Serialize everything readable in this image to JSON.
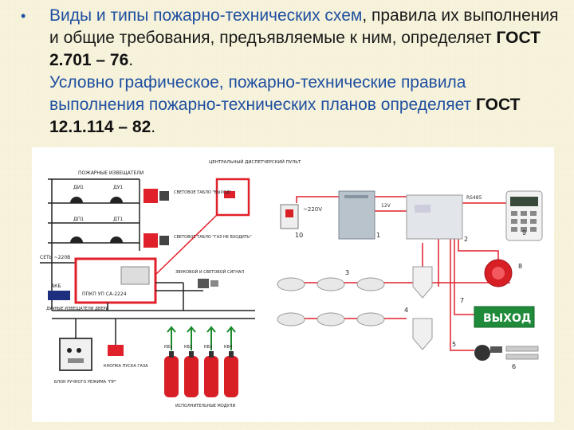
{
  "text": {
    "bullet": "•",
    "p1_part1": "Виды и типы пожарно-технических схем",
    "p1_part2": ", правила их выполнения и общие требования, предъявляемые к ним, определяет ",
    "p1_gost": "ГОСТ 2.701 – 76",
    "p1_end": ".",
    "p2_part1": "Условно графическое, пожарно-технические правила выполнения пожарно-технических планов определяет ",
    "p2_gost": "ГОСТ 12.1.114 – 82",
    "p2_end": "."
  },
  "left_diagram": {
    "detectors_header": "ПОЖАРНЫЕ ИЗВЕЩАТЕЛИ",
    "dispatch_panel": "ЦЕНТРАЛЬНЫЙ ДИСПЕТЧЕРСКИЙ ПУЛЬТ",
    "detector_labels": [
      "ДИ1",
      "ДУ1",
      "ДП1",
      "ДТ1"
    ],
    "sign_exit": "СВЕТОВОЕ ТАБЛО \"ВЫХОД\"",
    "sign_no_enter": "СВЕТОВОЕ ТАБЛО \"ГАЗ НЕ ВХОДИТЬ\"",
    "mains": "СЕТЬ ~220В",
    "panel_label": "ППКП УП СА-2224",
    "battery": "АКБ",
    "buttons": "ДУЧНЫЕ ИЗВЕЩАТЕЛИ ДВЕРИ",
    "sound_light": "ЗВУКОВОЙ И СВЕТОВОЙ СИГНАЛ",
    "release_button": "КНОПКА ПУСКА ГАЗА",
    "manual_panel": "БЛОК РУЧНОГО РЕЖИМА \"ПР\"",
    "cylinders_label": "ИСПОЛНИТЕЛЬНЫЕ МОДУЛИ",
    "valve_labels": [
      "КВ1",
      "КВ2",
      "КВ3",
      "КВ4"
    ]
  },
  "right_diagram": {
    "voltage_label": "~220V",
    "dc_label": "12V",
    "bus_label": "RS485",
    "exit_sign": "ВЫХОД",
    "numbers": [
      "10",
      "1",
      "2",
      "3",
      "4",
      "5",
      "6",
      "7",
      "8",
      "9"
    ]
  },
  "colors": {
    "accent_blue": "#1f4fa0",
    "wire_red": "#e0202a",
    "background": "#f8f4dc"
  }
}
